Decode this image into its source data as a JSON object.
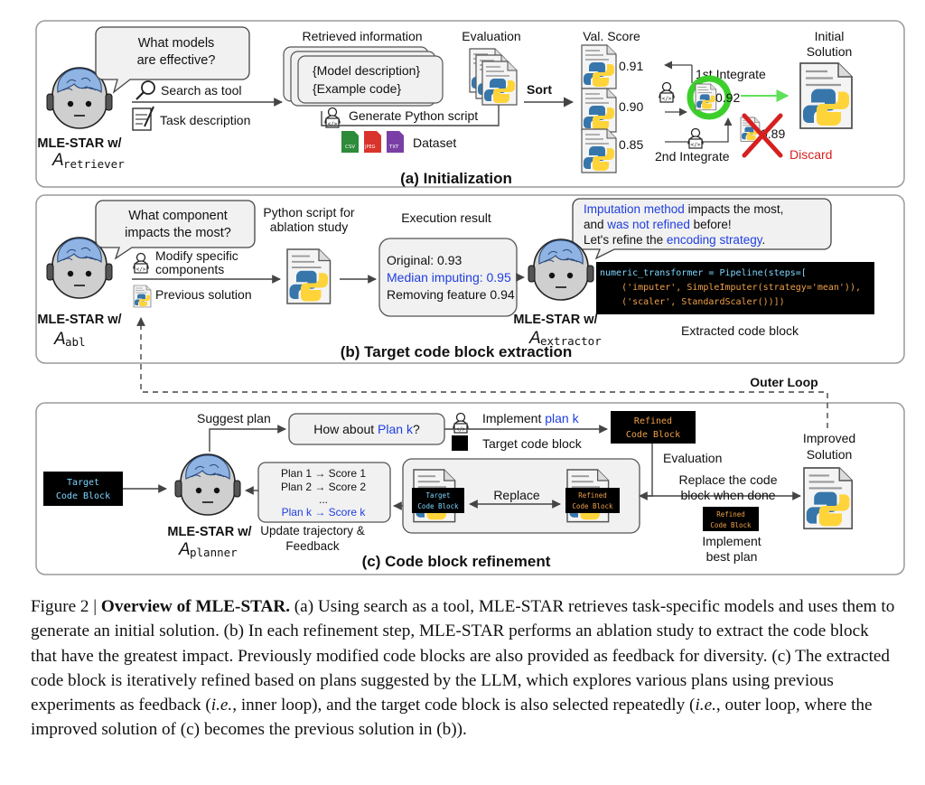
{
  "colors": {
    "accent_blue": "#1f3ee0",
    "discard_red": "#d62020",
    "highlight_green": "#3ccf2c",
    "code_bg": "#000000",
    "code_orange": "#f0a04a",
    "code_cyan": "#7fd7ff"
  },
  "panel_a": {
    "title": "(a) Initialization",
    "agent_bubble": [
      "What models",
      "are effective?"
    ],
    "agent_name": "MLE-STAR w/",
    "agent_sub_script": "A",
    "agent_sub": "retriever",
    "search_tool": "Search as tool",
    "task_desc": "Task description",
    "retrieved_info": "Retrieved information",
    "model_desc": "{Model description}",
    "example_code": "{Example code}",
    "generate": "Generate Python script",
    "dataset": "Dataset",
    "dataset_icons": [
      "CSV",
      "JPEG",
      "TXT"
    ],
    "evaluation": "Evaluation",
    "sort": "Sort",
    "val_score": "Val. Score",
    "scores": [
      "0.91",
      "0.90",
      "0.85"
    ],
    "first_integrate": "1st Integrate",
    "second_integrate": "2nd Integrate",
    "merged_score": "0.92",
    "discard_score": "0.89",
    "discard": "Discard",
    "initial_solution": [
      "Initial",
      "Solution"
    ]
  },
  "panel_b": {
    "title": "(b) Target code block extraction",
    "agent_bubble": [
      "What component",
      "impacts the most?"
    ],
    "agent_name": "MLE-STAR w/",
    "agent_sub_script": "A",
    "agent_sub": "abl",
    "modify": [
      "Modify specific",
      "components"
    ],
    "previous": "Previous solution",
    "python_script": [
      "Python script for",
      "ablation study"
    ],
    "exec_result": "Execution result",
    "results": [
      "Original: 0.93",
      "Median imputing: 0.95",
      "Removing feature 0.94"
    ],
    "extractor_bubble": {
      "line1_blue": "Imputation method",
      "line1_rest": " impacts the most,",
      "line2_pre": "and ",
      "line2_blue": "was not refined",
      "line2_rest": " before!",
      "line3_pre": "Let's refine the ",
      "line3_blue": "encoding strategy",
      "line3_rest": "."
    },
    "extractor_name": "MLE-STAR w/",
    "extractor_sub_script": "A",
    "extractor_sub": "extractor",
    "code_lines": [
      "numeric_transformer = Pipeline(steps=[",
      "    ('imputer', SimpleImputer(strategy='mean')),",
      "    ('scaler', StandardScaler())])"
    ],
    "extracted_label": "Extracted code block"
  },
  "panel_c": {
    "title": "(c) Code block refinement",
    "outer_loop": "Outer Loop",
    "target_block": [
      "Target",
      "Code Block"
    ],
    "agent_name": "MLE-STAR w/",
    "agent_sub_script": "A",
    "agent_sub": "planner",
    "suggest_plan": "Suggest plan",
    "how_about_pre": "How about ",
    "how_about_blue": "Plan k",
    "how_about_post": "?",
    "implement_pre": "Implement ",
    "implement_blue": "plan k",
    "target_code_block": "Target code block",
    "refined_block": [
      "Refined",
      "Code Block"
    ],
    "evaluation": "Evaluation",
    "plans": [
      "Plan 1 → Score 1",
      "Plan 2 → Score 2",
      "...",
      "Plan k → Score k"
    ],
    "update": [
      "Update trajectory &",
      "Feedback"
    ],
    "replace": "Replace",
    "replace_when_done": [
      "Replace the code",
      "block when done"
    ],
    "implement_best": [
      "Implement",
      "best plan"
    ],
    "improved_solution": [
      "Improved",
      "Solution"
    ]
  },
  "caption": {
    "fig_label": "Figure 2 | ",
    "bold_title": "Overview of MLE-STAR.",
    "text_1": " (a) Using search as a tool, MLE-STAR retrieves task-specific models and uses them to generate an initial solution. (b) In each refinement step, MLE-STAR performs an ablation study to extract the code block that have the greatest impact. Previously modified code blocks are also provided as feedback for diversity. (c) The extracted code block is iteratively refined based on plans suggested by the LLM, which explores various plans using previous experiments as feedback (",
    "ie_1": "i.e.",
    "text_2": ", inner loop), and the target code block is also selected repeatedly (",
    "ie_2": "i.e.",
    "text_3": ", outer loop, where the improved solution of (c) becomes the previous solution in (b))."
  }
}
